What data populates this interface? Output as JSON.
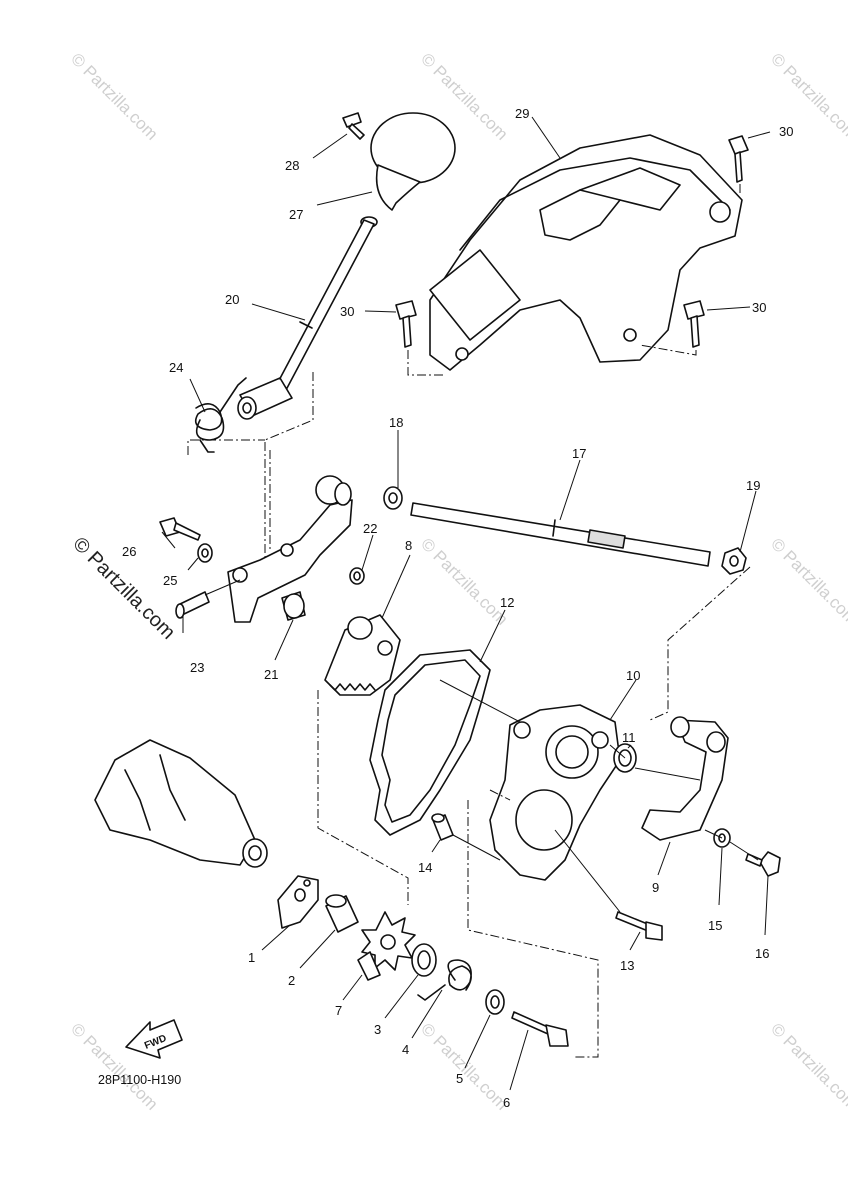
{
  "diagram": {
    "code": "28P1100-H190",
    "fwd_label": "FWD",
    "watermark": "© Partzilla.com",
    "callouts": [
      {
        "id": "c1",
        "text": "1"
      },
      {
        "id": "c2",
        "text": "2"
      },
      {
        "id": "c3",
        "text": "3"
      },
      {
        "id": "c4",
        "text": "4"
      },
      {
        "id": "c5",
        "text": "5"
      },
      {
        "id": "c6",
        "text": "6"
      },
      {
        "id": "c7",
        "text": "7"
      },
      {
        "id": "c8",
        "text": "8"
      },
      {
        "id": "c9",
        "text": "9"
      },
      {
        "id": "c10",
        "text": "10"
      },
      {
        "id": "c11",
        "text": "11"
      },
      {
        "id": "c12",
        "text": "12"
      },
      {
        "id": "c13",
        "text": "13"
      },
      {
        "id": "c14",
        "text": "14"
      },
      {
        "id": "c15",
        "text": "15"
      },
      {
        "id": "c16",
        "text": "16"
      },
      {
        "id": "c17",
        "text": "17"
      },
      {
        "id": "c18",
        "text": "18"
      },
      {
        "id": "c19",
        "text": "19"
      },
      {
        "id": "c20",
        "text": "20"
      },
      {
        "id": "c21",
        "text": "21"
      },
      {
        "id": "c22",
        "text": "22"
      },
      {
        "id": "c23",
        "text": "23"
      },
      {
        "id": "c24",
        "text": "24"
      },
      {
        "id": "c25",
        "text": "25"
      },
      {
        "id": "c26",
        "text": "26"
      },
      {
        "id": "c27",
        "text": "27"
      },
      {
        "id": "c28",
        "text": "28"
      },
      {
        "id": "c29",
        "text": "29"
      },
      {
        "id": "c30a",
        "text": "30"
      },
      {
        "id": "c30b",
        "text": "30"
      },
      {
        "id": "c30c",
        "text": "30"
      }
    ]
  }
}
